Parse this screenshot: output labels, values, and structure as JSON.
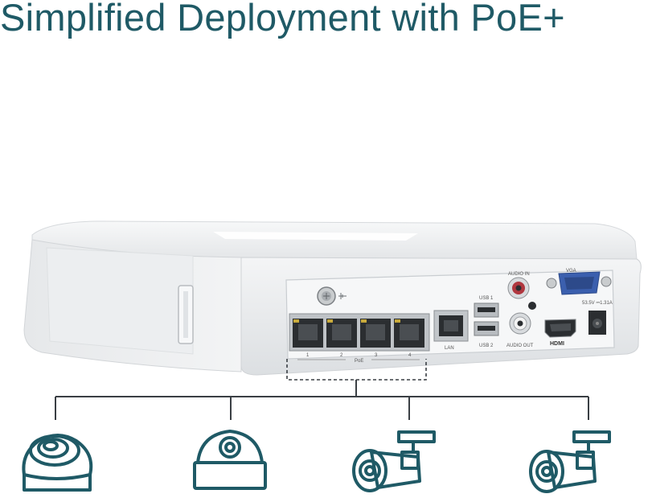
{
  "headline": "Simplified Deployment with PoE+",
  "ports": {
    "poe_numbers": [
      "1",
      "2",
      "3",
      "4"
    ],
    "poe_label": "PoE",
    "lan_label": "LAN",
    "usb1_label": "USB 1",
    "usb2_label": "USB 2",
    "audio_in_label": "AUDIO IN",
    "audio_out_label": "AUDIO OUT",
    "vga_label": "VGA",
    "hdmi_label": "HDMI",
    "power_label": "53.5V ⎓1.31A"
  },
  "cameras": [
    {
      "kind": "turret-camera-icon"
    },
    {
      "kind": "dome-camera-icon"
    },
    {
      "kind": "bullet-camera-icon"
    },
    {
      "kind": "bullet-camera-icon"
    }
  ],
  "colors": {
    "title": "#1f5a66",
    "line": "#3a3f44",
    "device": "#f2f3f4"
  }
}
